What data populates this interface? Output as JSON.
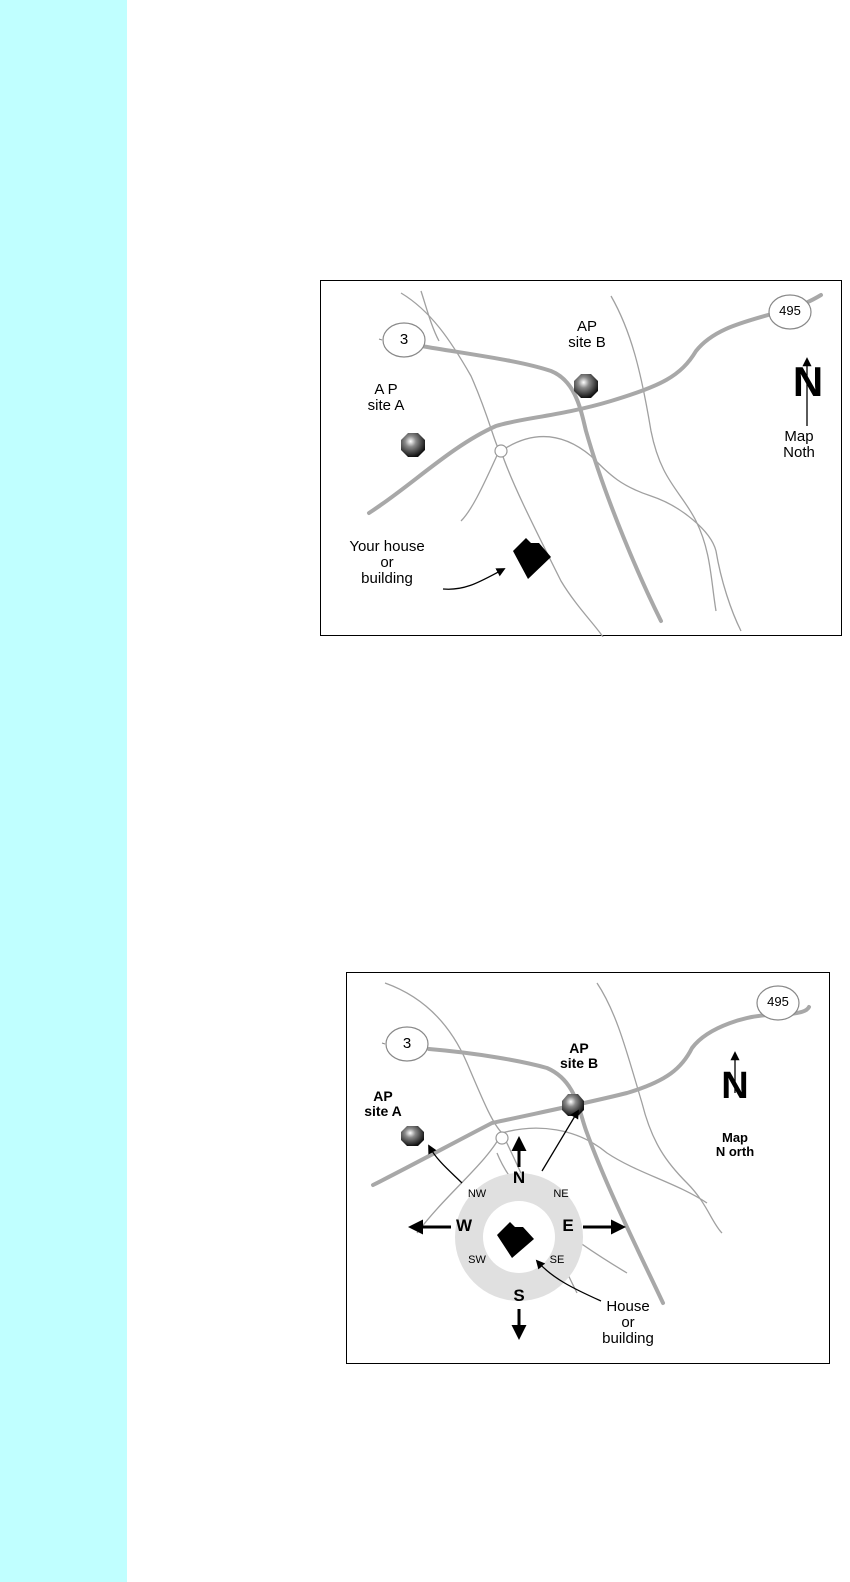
{
  "colors": {
    "sidebar": "#c0ffff",
    "road_major": "#a8a8a8",
    "road_minor": "#a0a0a0",
    "compass_ring": "#e0e0e0"
  },
  "map1": {
    "route_3": "3",
    "route_495": "495",
    "site_b": [
      "AP",
      "site B"
    ],
    "site_a": [
      "A P",
      "site A"
    ],
    "north_letter": "N",
    "map_north": [
      "Map",
      "Noth"
    ],
    "house": [
      "Your house",
      "or",
      "building"
    ]
  },
  "map2": {
    "route_3": "3",
    "route_495": "495",
    "site_b": [
      "AP",
      "site B"
    ],
    "site_a": [
      "AP",
      "site A"
    ],
    "north_letter": "N",
    "map_north": [
      "Map",
      "N orth"
    ],
    "compass": {
      "n": "N",
      "s": "S",
      "e": "E",
      "w": "W",
      "ne": "NE",
      "nw": "NW",
      "se": "SE",
      "sw": "SW"
    },
    "house": [
      "House",
      "or",
      "building"
    ]
  }
}
